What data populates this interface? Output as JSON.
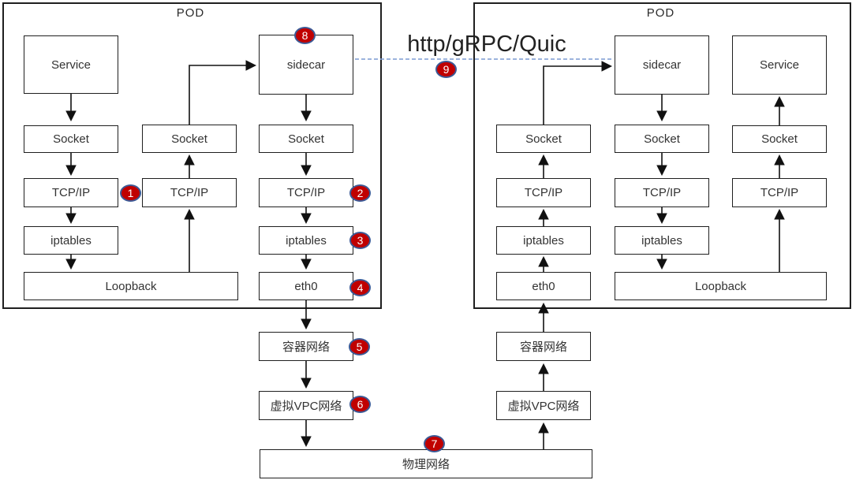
{
  "pods": {
    "left": {
      "label": "POD"
    },
    "right": {
      "label": "POD"
    }
  },
  "link": {
    "label": "http/gRPC/Quic"
  },
  "nodes": {
    "left_service": "Service",
    "left_sidecar": "sidecar",
    "left_socket_app": "Socket",
    "left_socket_loopback": "Socket",
    "left_socket_sidecar": "Socket",
    "left_tcpip_app": "TCP/IP",
    "left_tcpip_loopback": "TCP/IP",
    "left_tcpip_sidecar": "TCP/IP",
    "left_iptables_app": "iptables",
    "left_iptables_sidecar": "iptables",
    "left_loopback": "Loopback",
    "left_eth0": "eth0",
    "left_container_network": "容器网络",
    "left_vpc_network": "虚拟VPC网络",
    "physical_network": "物理网络",
    "right_container_network": "容器网络",
    "right_vpc_network": "虚拟VPC网络",
    "right_eth0": "eth0",
    "right_iptables_in": "iptables",
    "right_tcpip_in": "TCP/IP",
    "right_socket_in": "Socket",
    "right_sidecar": "sidecar",
    "right_socket_sidecar": "Socket",
    "right_tcpip_sidecar": "TCP/IP",
    "right_iptables_sidecar": "iptables",
    "right_loopback": "Loopback",
    "right_service": "Service",
    "right_socket_app": "Socket",
    "right_tcpip_app": "TCP/IP"
  },
  "badges": {
    "b1": "1",
    "b2": "2",
    "b3": "3",
    "b4": "4",
    "b5": "5",
    "b6": "6",
    "b7": "7",
    "b8": "8",
    "b9": "9"
  },
  "colors": {
    "badge_fill": "#c00000",
    "badge_border": "#3c5a96",
    "badge_text": "#ffffff",
    "dashed_link": "#7b9ad2",
    "line": "#111111",
    "box_border": "#1f1f1f",
    "background": "#ffffff"
  }
}
